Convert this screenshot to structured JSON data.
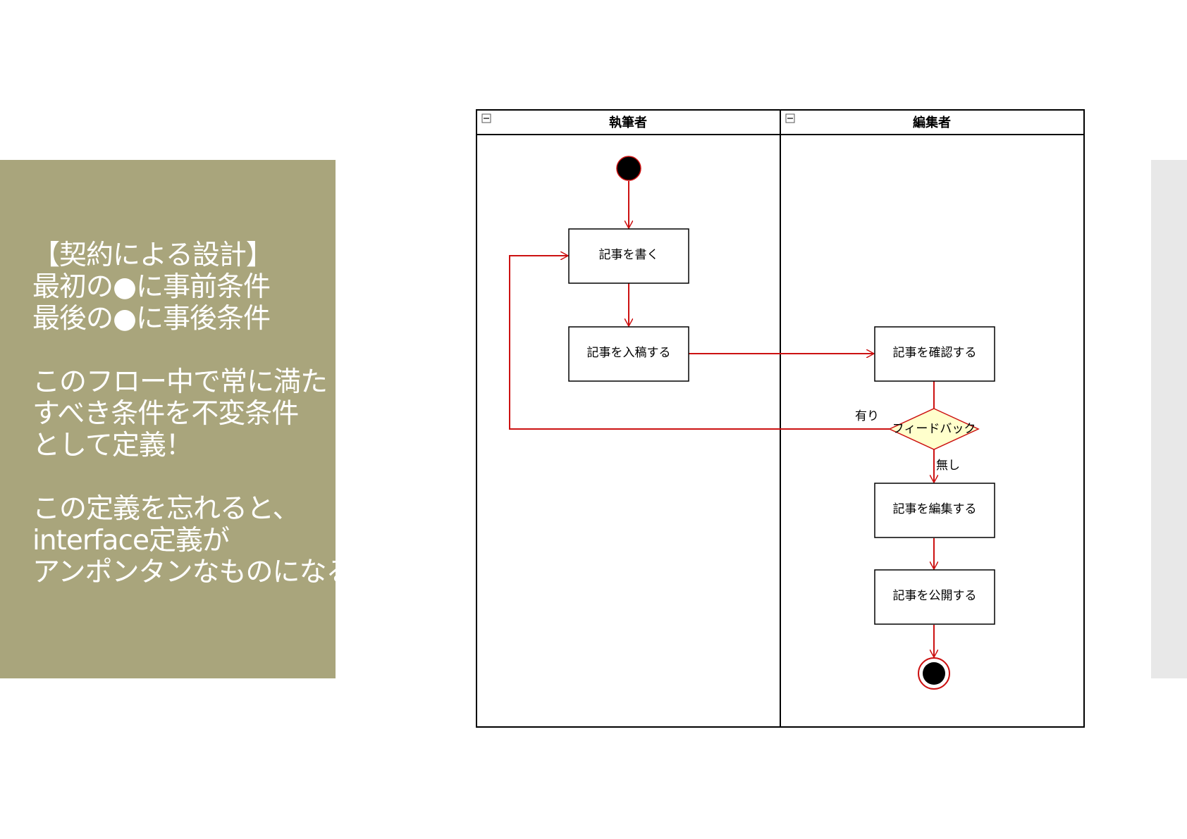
{
  "slide": {
    "text_blocks": [
      [
        "【契約による設計】",
        "最初の●に事前条件",
        "最後の●に事後条件"
      ],
      [
        "このフロー中で常に満た",
        "すべき条件を不変条件",
        "として定義！"
      ],
      [
        "この定義を忘れると、",
        "interface定義が",
        "アンポンタンなものになる。"
      ]
    ]
  },
  "diagram": {
    "lanes": [
      {
        "name": "執筆者"
      },
      {
        "name": "編集者"
      }
    ],
    "actions": {
      "write": "記事を書く",
      "submit": "記事を入稿する",
      "confirm": "記事を確認する",
      "edit": "記事を編集する",
      "publish": "記事を公開する"
    },
    "decision": {
      "label": "フィードバック",
      "yes_label": "有り",
      "no_label": "無し"
    },
    "colors": {
      "flow": "#cc1111",
      "decision_fill": "#ffffcc",
      "node": "#000000"
    }
  }
}
